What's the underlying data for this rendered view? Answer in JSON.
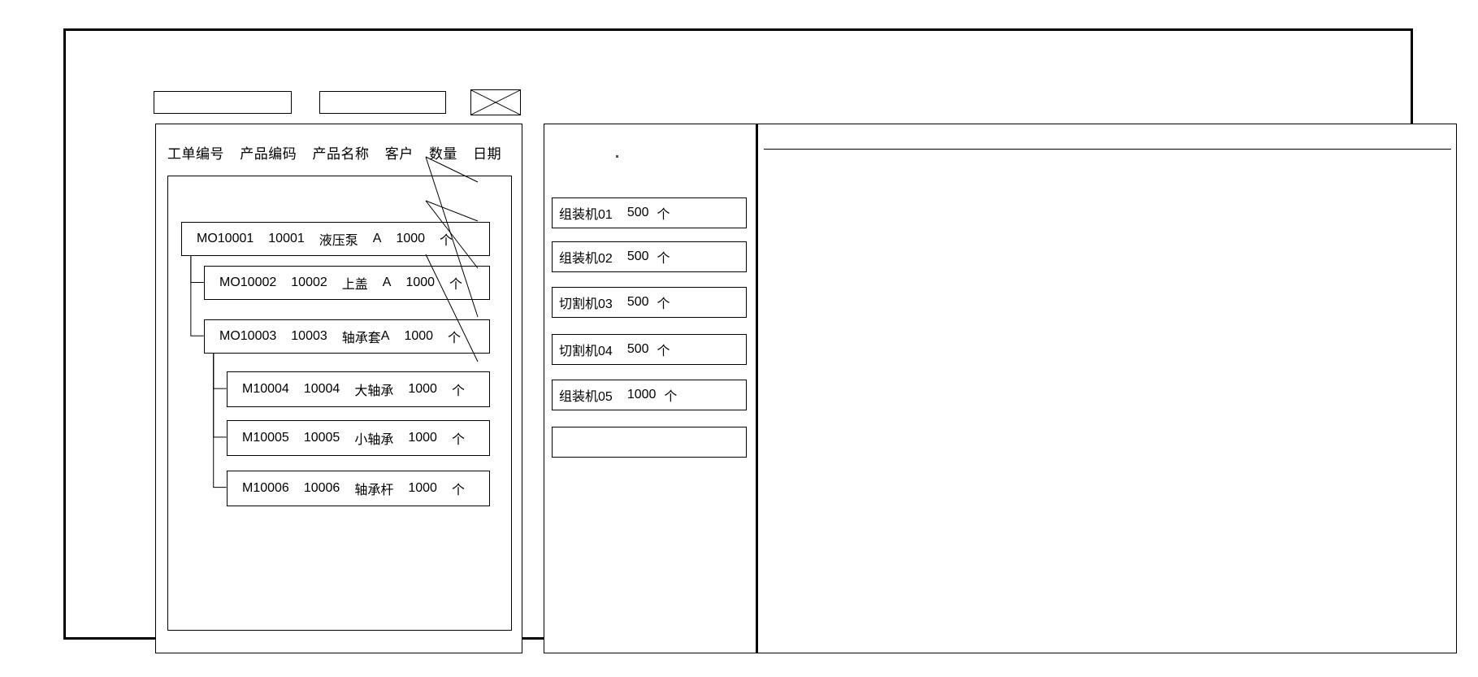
{
  "toolbar": {
    "field_1_value": "",
    "field_1_placeholder": "",
    "field_2_value": "",
    "field_2_placeholder": "",
    "image_placeholder_name": "crossed-box-image-placeholder"
  },
  "work_order_panel": {
    "columns": [
      "工单编号",
      "产品编码",
      "产品名称",
      "客户",
      "数量",
      "日期"
    ],
    "rows": [
      {
        "depth": 0,
        "order_no": "MO10001",
        "product_code": "10001",
        "product_name": "液压泵",
        "customer": "A",
        "qty": "1000",
        "unit": "个",
        "date": ""
      },
      {
        "depth": 1,
        "order_no": "MO10002",
        "product_code": "10002",
        "product_name": "上盖",
        "customer": "A",
        "qty": "1000",
        "unit": "个",
        "date": ""
      },
      {
        "depth": 1,
        "order_no": "MO10003",
        "product_code": "10003",
        "product_name": "轴承套",
        "customer": "A",
        "qty": "1000",
        "unit": "个",
        "date": ""
      },
      {
        "depth": 2,
        "order_no": "M10004",
        "product_code": "10004",
        "product_name": "大轴承",
        "customer": "",
        "qty": "1000",
        "unit": "个",
        "date": ""
      },
      {
        "depth": 2,
        "order_no": "M10005",
        "product_code": "10005",
        "product_name": "小轴承",
        "customer": "",
        "qty": "1000",
        "unit": "个",
        "date": ""
      },
      {
        "depth": 2,
        "order_no": "M10006",
        "product_code": "10006",
        "product_name": "轴承杆",
        "customer": "",
        "qty": "1000",
        "unit": "个",
        "date": ""
      }
    ]
  },
  "machine_panel": {
    "rows": [
      {
        "machine": "组装机01",
        "qty": "500",
        "unit": "个"
      },
      {
        "machine": "组装机02",
        "qty": "500",
        "unit": "个"
      },
      {
        "machine": "切割机03",
        "qty": "500",
        "unit": "个"
      },
      {
        "machine": "切割机04",
        "qty": "500",
        "unit": "个"
      },
      {
        "machine": "组装机05",
        "qty": "1000",
        "unit": "个"
      },
      {
        "machine": "",
        "qty": "",
        "unit": ""
      }
    ]
  },
  "detail_panel": {
    "content": ""
  },
  "colors": {
    "stroke": "#000000",
    "background": "#ffffff"
  }
}
